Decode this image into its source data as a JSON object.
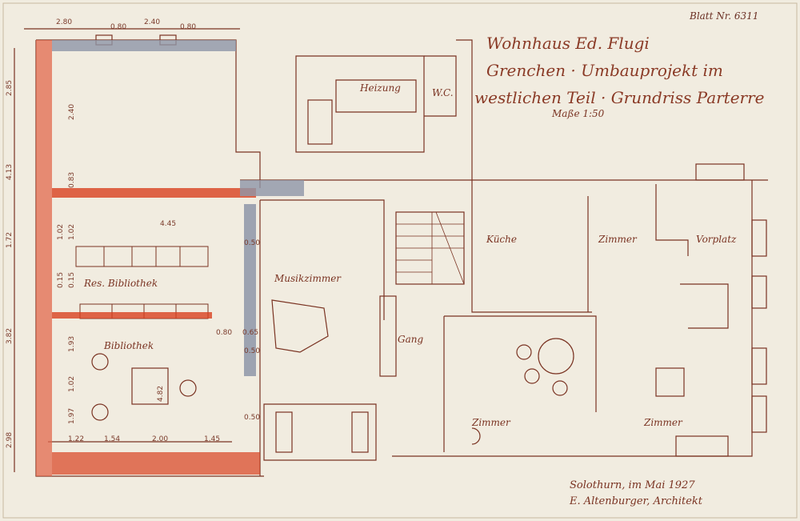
{
  "title_block": {
    "line1": "Wohnhaus Ed. Flugi",
    "line2": "Grenchen · Umbauprojekt im",
    "line3": "westlichen Teil · Grundriss Parterre",
    "scale": "Maße 1:50",
    "sheet_no": "Blatt Nr. 6311"
  },
  "signature": {
    "place_date": "Solothurn, im Mai 1927",
    "architect": "E. Altenburger, Architekt"
  },
  "rooms": {
    "heizung": "Heizung",
    "wc": "W.C.",
    "kueche": "Küche",
    "zimmer_1": "Zimmer",
    "vorplatz": "Vorplatz",
    "res_bibliothek": "Res. Bibliothek",
    "musikzimmer": "Musikzimmer",
    "gang": "Gang",
    "bibliothek": "Bibliothek",
    "zimmer_2": "Zimmer",
    "zimmer_3": "Zimmer"
  },
  "dimensions": {
    "top_1": "2.80",
    "top_2": "0.80",
    "top_3": "2.40",
    "top_4": "0.80",
    "left_1": "2.85",
    "left_2": "4.13",
    "left_3": "1.72",
    "left_4": "3.82",
    "left_5": "2.98",
    "bottom_1": "1.22",
    "bottom_2": "1.54",
    "bottom_3": "2.00",
    "bottom_4": "1.45",
    "inner_1": "4.45",
    "inner_2": "4.82",
    "inner_3": "0.80",
    "inner_4": "0.65",
    "inner_5": "0.50",
    "inner_6": "0.50",
    "inner_7": "0.50",
    "v_1": "2.40",
    "v_2": "0.83",
    "v_3": "1.02",
    "v_4": "1.02",
    "v_5": "0.15",
    "v_6": "0.15",
    "v_7": "1.93",
    "v_8": "1.02",
    "v_9": "1.97"
  },
  "colors": {
    "paper": "#f1ece0",
    "ink": "#7a3322",
    "red_wall": "#d9411f",
    "grey_wall": "#8e96a8"
  }
}
